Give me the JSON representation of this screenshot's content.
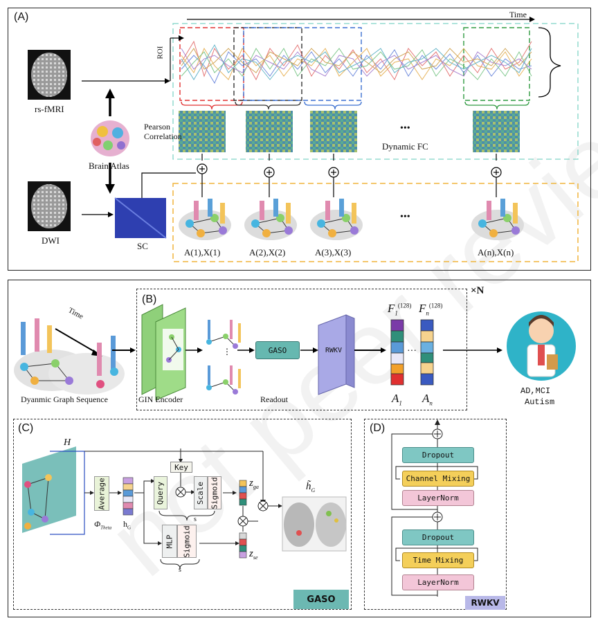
{
  "panel_a": {
    "tag": "(A)",
    "time_label": "Time",
    "roi_label": "ROI",
    "rsfmri_label": "rs-fMRI",
    "atlas_label": "Brain Atlas",
    "dwi_label": "DWI",
    "sc_label": "SC",
    "pearson_label": "Pearson\nCorrelation",
    "dynamic_fc_label": "Dynamic FC",
    "ellipsis": "•••",
    "graphs": [
      "A(1),X(1)",
      "A(2),X(2)",
      "A(3),X(3)",
      "A(n),X(n)"
    ]
  },
  "panel_b": {
    "tag": "(B)",
    "repeat": "×N",
    "time_label": "Time",
    "sequence_label": "Dyanmic Graph Sequence",
    "gin_label": "GIN Encoder",
    "gaso_label": "GASO",
    "rwkv_label": "RWKV",
    "readout_label": "Readout",
    "f1_label": "F",
    "f1_sub": "1",
    "fn_label": "F",
    "fn_sub": "n",
    "f_sup": "(128)",
    "a1_label": "A",
    "a1_sub": "1",
    "an_label": "A",
    "an_sub": "n",
    "dots": "···",
    "output_line1": "AD,MCI",
    "output_line2": "Autism"
  },
  "panel_c": {
    "tag": "(C)",
    "h_label": "H",
    "average_label": "Average",
    "phi_label": "Φ",
    "phi_sub": "Theta",
    "hg_label": "h",
    "hg_sub": "G",
    "key_label": "Key",
    "query_label": "Query",
    "scale_label": "Scale",
    "sigmoid_label": "Sigmoid",
    "mlp_label": "MLP",
    "sigmoid2_label": "Sigmoid",
    "s_label": "s",
    "s2_label": "s",
    "zga_label": "z",
    "zga_sub": "ga",
    "zse_label": "z",
    "zse_sub": "se",
    "htilde_label": "h̃",
    "htilde_sub": "G",
    "gaso_badge": "GASO"
  },
  "panel_d": {
    "tag": "(D)",
    "dropout_top": "Dropout",
    "channel_mixing": "Channel Mixing",
    "layernorm_top": "LayerNorm",
    "dropout_bottom": "Dropout",
    "time_mixing": "Time Mixing",
    "layernorm_bottom": "LayerNorm",
    "rwkv_badge": "RWKV"
  },
  "watermark": "not peer reviewed",
  "colors": {
    "teal_dash": "#7fd4c6",
    "orange_dash": "#f0b43a",
    "red_window": "#e03030",
    "black_window": "#333333",
    "blue_window": "#3a6fd0",
    "green_window": "#2f9a40",
    "dropout": "#7fc7c3",
    "mixing": "#f4cf5a",
    "layernorm": "#f3c6d8",
    "rwkv_block": "#a9a9e6",
    "gaso_block": "#66b8b0",
    "gin_block": "#8fd07a",
    "badge": "#6cb8b2"
  }
}
